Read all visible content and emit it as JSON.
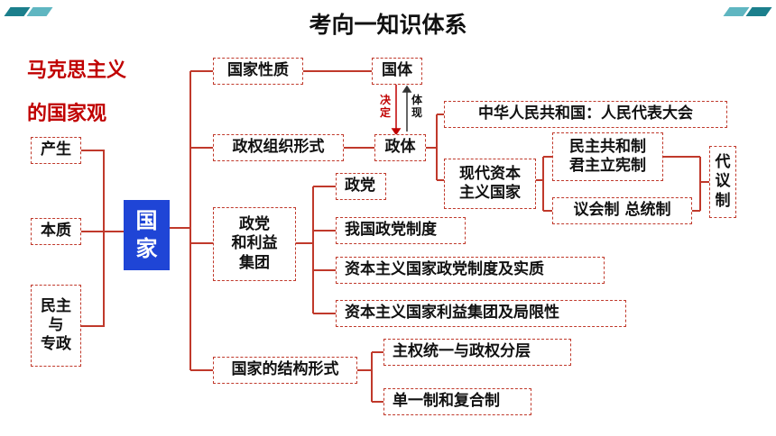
{
  "title": "考向一知识体系",
  "heading_line1": "马克思主义",
  "heading_line2": "的国家观",
  "center_label": [
    "国",
    "家"
  ],
  "left_boxes": {
    "chansheng": "产生",
    "benzhi": "本质",
    "minzhu": [
      "民主",
      "与",
      "专政"
    ]
  },
  "branches": {
    "guojia_xingzhi": "国家性质",
    "zhengquan_zuzhi": "政权组织形式",
    "zhengdang": [
      "政党",
      "和利益",
      "集团"
    ],
    "jiegou": "国家的结构形式"
  },
  "guoti": "国体",
  "zhengti": "政体",
  "juedin": [
    "决",
    "定"
  ],
  "tixian": [
    "体",
    "现"
  ],
  "zhonghua": "中华人民共和国：人民代表大会",
  "xiandai": [
    "现代资本",
    "主义国家"
  ],
  "minzhu_gonghe": [
    "民主共和制",
    "君主立宪制"
  ],
  "yihui": "议会制  总统制",
  "daiyi": [
    "代",
    "议",
    "制"
  ],
  "party_items": [
    "政党",
    "我国政党制度",
    "资本主义国家政党制度及实质",
    "资本主义国家利益集团及局限性"
  ],
  "structure_items": [
    "主权统一与政权分层",
    "单一制和复合制"
  ],
  "colors": {
    "accent_red": "#c00000",
    "line_red": "#c0392b",
    "center_blue": "#1f45d6",
    "corner_teal": "#1b7f8c"
  }
}
